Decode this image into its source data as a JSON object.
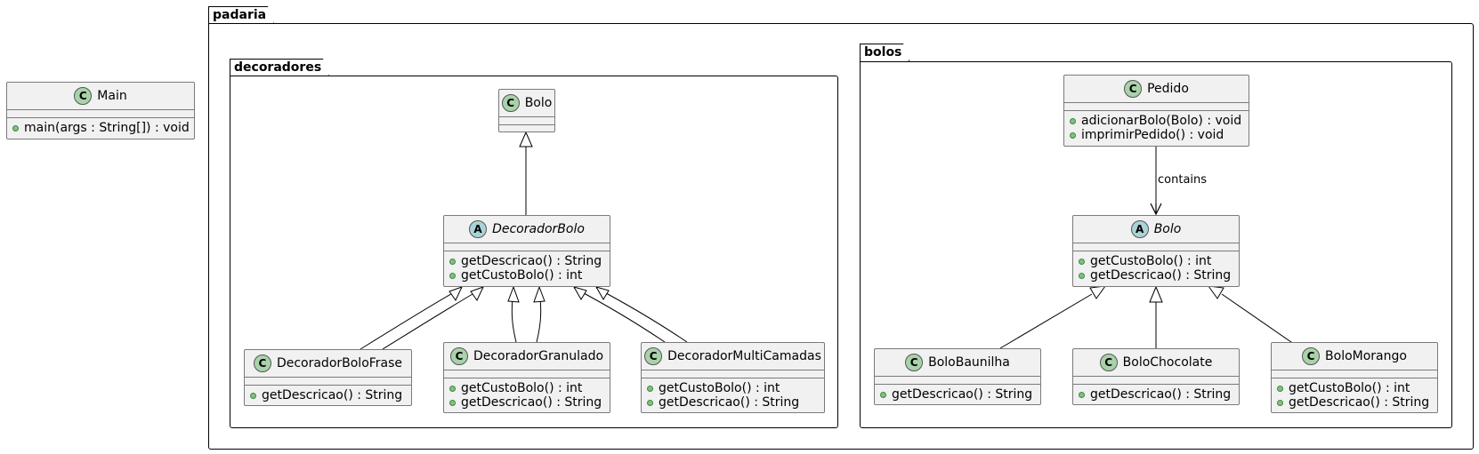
{
  "packages": {
    "padaria": "padaria",
    "decoradores": "decoradores",
    "bolos": "bolos"
  },
  "classes": {
    "main": {
      "kind": "C",
      "name": "Main",
      "methods": [
        "main(args : String[]) : void"
      ]
    },
    "bolo_ref": {
      "kind": "C",
      "name": "Bolo",
      "methods": []
    },
    "decorador_bolo": {
      "kind": "A",
      "name": "DecoradorBolo",
      "methods": [
        "getDescricao() : String",
        "getCustoBolo() : int"
      ]
    },
    "decorador_bolo_frase": {
      "kind": "C",
      "name": "DecoradorBoloFrase",
      "methods": [
        "getDescricao() : String"
      ]
    },
    "decorador_granulado": {
      "kind": "C",
      "name": "DecoradorGranulado",
      "methods": [
        "getCustoBolo() : int",
        "getDescricao() : String"
      ]
    },
    "decorador_multicamadas": {
      "kind": "C",
      "name": "DecoradorMultiCamadas",
      "methods": [
        "getCustoBolo() : int",
        "getDescricao() : String"
      ]
    },
    "pedido": {
      "kind": "C",
      "name": "Pedido",
      "methods": [
        "adicionarBolo(Bolo) : void",
        "imprimirPedido() : void"
      ]
    },
    "bolo": {
      "kind": "A",
      "name": "Bolo",
      "methods": [
        "getCustoBolo() : int",
        "getDescricao() : String"
      ]
    },
    "bolo_baunilha": {
      "kind": "C",
      "name": "BoloBaunilha",
      "methods": [
        "getDescricao() : String"
      ]
    },
    "bolo_chocolate": {
      "kind": "C",
      "name": "BoloChocolate",
      "methods": [
        "getDescricao() : String"
      ]
    },
    "bolo_morango": {
      "kind": "C",
      "name": "BoloMorango",
      "methods": [
        "getCustoBolo() : int",
        "getDescricao() : String"
      ]
    }
  },
  "edges": {
    "contains_label": "contains"
  },
  "colors": {
    "class_fill": "#f1f1f1",
    "class_spot": "#a9d2a9",
    "abstract_spot": "#a9d3d6",
    "visibility_public": "#84be84"
  }
}
